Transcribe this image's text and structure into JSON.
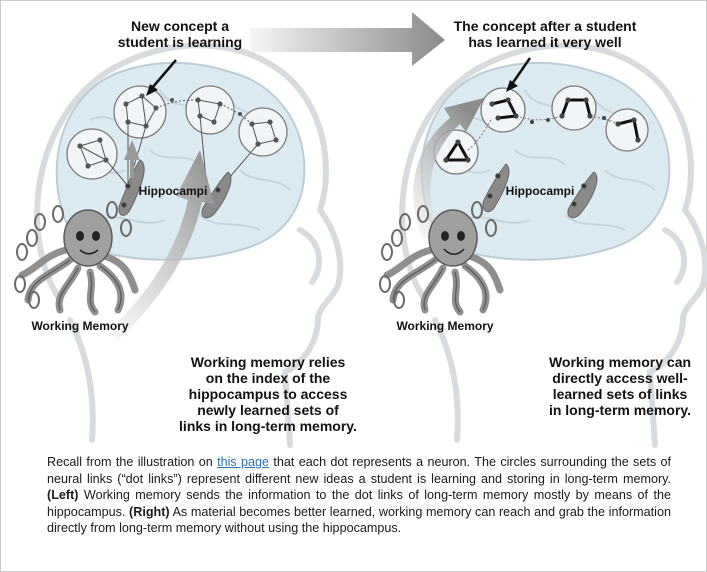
{
  "left": {
    "heading_line1": "New concept a",
    "heading_line2": "student is learning",
    "hippocampi_label": "Hippocampi",
    "working_memory_label": "Working Memory",
    "note_lines": [
      "Working memory relies",
      "on the index of the",
      "hippocampus to access",
      "newly learned sets of",
      "links in long-term memory."
    ]
  },
  "right": {
    "heading_line1": "The concept after a student",
    "heading_line2": "has learned it very well",
    "hippocampi_label": "Hippocampi",
    "working_memory_label": "Working Memory",
    "note_lines": [
      "Working memory can",
      "directly access well-",
      "learned sets of links",
      "in long-term memory."
    ]
  },
  "caption": {
    "part1": "Recall from the illustration on ",
    "link_text": "this page",
    "part2": " that each dot represents a neuron. The circles surrounding the sets of neural links (“dot links”) represent different new ideas a student is learning and storing in long-term memory. ",
    "left_tag": "(Left)",
    "part3": " Working memory sends the information to the dot links of long-term memory mostly by means of the hippocampus. ",
    "right_tag": "(Right)",
    "part4": " As material becomes better learned, working memory can reach and grab the information directly from long-term memory without using the hippocampus."
  },
  "colors": {
    "brain_fill": "#dcebf1",
    "brain_stroke": "#bccdd6",
    "head_stroke": "#d8dcde",
    "octopus": "#8f8f8f",
    "arrow_gray": "#8a8a8a"
  }
}
